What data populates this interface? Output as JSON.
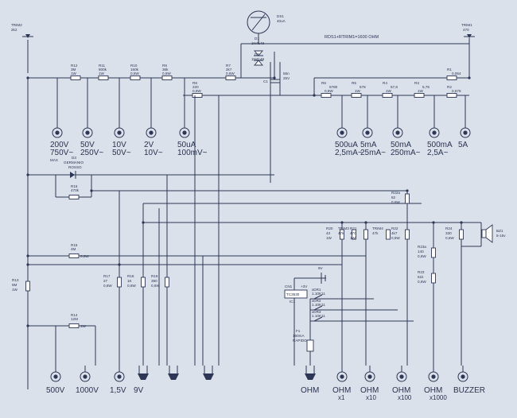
{
  "colors": {
    "background": "#dbe1ea",
    "ink": "#2d3655"
  },
  "header": {
    "title": "RDS1+RTRIM1=1600 OHM"
  },
  "trimmers": {
    "trim2": {
      "name": "TRIM2",
      "value": "2k2"
    },
    "trim1": {
      "name": "TRIM1",
      "value": "470"
    }
  },
  "meter": {
    "name": "DS1",
    "value": "40uA",
    "icon": "meter-icon"
  },
  "diodes": {
    "d1": {
      "name": "D1",
      "type": "1N4148"
    },
    "d2": {
      "name": "D2",
      "type": "1N4148"
    },
    "d3": {
      "name": "D3",
      "type": "GERMANIO",
      "note": "ROSSO"
    }
  },
  "capacitor": {
    "name": "C1",
    "value": "56n",
    "rating": "25V"
  },
  "resistors_top": [
    {
      "name": "R12",
      "value": "3M",
      "power": "1W"
    },
    {
      "name": "R11",
      "value": "800k",
      "power": "1W"
    },
    {
      "name": "R10",
      "value": "160k",
      "power": "0,6W"
    },
    {
      "name": "R9",
      "value": "36k",
      "power": "0,6W"
    },
    {
      "name": "R7",
      "value": "2k7",
      "power": "0,6W"
    },
    {
      "name": "R8",
      "value": "220",
      "power": "0,6W"
    }
  ],
  "resistors_current": [
    {
      "name": "R6",
      "value": "5780",
      "power": "0,6W"
    },
    {
      "name": "R5",
      "value": "578",
      "power": "1W"
    },
    {
      "name": "R4",
      "value": "57,8",
      "power": "1W"
    },
    {
      "name": "R3",
      "value": "5,76",
      "power": "1W"
    },
    {
      "name": "R1",
      "value": "0,064",
      "power": ""
    },
    {
      "name": "R2",
      "value": "0,576",
      "power": ""
    }
  ],
  "jacks_top": [
    {
      "label1": "200V",
      "label2": "750V~",
      "note": "MAX"
    },
    {
      "label1": "50V",
      "label2": "250V~",
      "note": ""
    },
    {
      "label1": "10V",
      "label2": "50V~",
      "note": ""
    },
    {
      "label1": "2V",
      "label2": "10V~",
      "note": ""
    },
    {
      "label1": "50uA",
      "label2": "100mV~",
      "note": ""
    },
    {
      "label1": "500uA",
      "label2": "2,5mA~",
      "note": ""
    },
    {
      "label1": "5mA",
      "label2": "25mA~",
      "note": ""
    },
    {
      "label1": "50mA",
      "label2": "250mA~",
      "note": ""
    },
    {
      "label1": "500mA",
      "label2": "2,5A~",
      "note": ""
    },
    {
      "label1": "5A",
      "label2": "",
      "note": ""
    }
  ],
  "resistors_middle": [
    {
      "name": "R16",
      "value": "470k",
      "power": ""
    },
    {
      "name": "R15",
      "value": "4M",
      "power": "0,6W"
    },
    {
      "name": "R13",
      "value": "6M",
      "power": "1W"
    },
    {
      "name": "R14",
      "value": "12M",
      "power": "1W"
    },
    {
      "name": "R17",
      "value": "27",
      "power": "0,6W"
    },
    {
      "name": "R18",
      "value": "1K",
      "power": "0,6W"
    },
    {
      "name": "R19",
      "value": "390",
      "power": "0,6W"
    },
    {
      "name": "R20",
      "value": "43",
      "power": "1W"
    },
    {
      "name": "TRIM3",
      "value": "47k",
      "power": ""
    },
    {
      "name": "R21",
      "value": "470",
      "power": "1W"
    },
    {
      "name": "TRIM4",
      "value": "47k",
      "power": ""
    },
    {
      "name": "R22",
      "value": "4k7",
      "power": "0,6W"
    },
    {
      "name": "R22a",
      "value": "82",
      "power": "0,6W"
    },
    {
      "name": "R23a",
      "value": "140",
      "power": "0,6W"
    },
    {
      "name": "R23",
      "value": "51k",
      "power": "0,6W"
    },
    {
      "name": "R24",
      "value": "330",
      "power": "0,6W"
    }
  ],
  "buzzer": {
    "name": "BZ1",
    "value": "5-15v"
  },
  "battery": {
    "value": "9V"
  },
  "ic": {
    "name": "CN1",
    "part": "TC3530",
    "ref": "IC1",
    "supply": "+3V"
  },
  "reeds": [
    {
      "name": "xDR1",
      "ref": "1.10K11"
    },
    {
      "name": "xDR2",
      "ref": "1.10K11"
    },
    {
      "name": "xDR3",
      "ref": "1.10K11"
    }
  ],
  "fuse": {
    "name": "F1",
    "value": "160mA",
    "type": "RAPIDO"
  },
  "jacks_bottom": [
    {
      "label1": "500V",
      "label2": "",
      "style": "round"
    },
    {
      "label1": "1000V",
      "label2": "",
      "style": "round"
    },
    {
      "label1": "1,5V",
      "label2": "",
      "style": "round"
    },
    {
      "label1": "9V",
      "label2": "",
      "style": "plug"
    },
    {
      "label1": "",
      "label2": "",
      "style": "plug"
    },
    {
      "label1": "",
      "label2": "",
      "style": "plug"
    },
    {
      "label1": "OHM",
      "label2": "",
      "style": "plug"
    },
    {
      "label1": "OHM",
      "label2": "x1",
      "style": "round"
    },
    {
      "label1": "OHM",
      "label2": "x10",
      "style": "round"
    },
    {
      "label1": "OHM",
      "label2": "x100",
      "style": "round"
    },
    {
      "label1": "OHM",
      "label2": "x1000",
      "style": "round"
    },
    {
      "label1": "BUZZER",
      "label2": "",
      "style": "round"
    }
  ]
}
